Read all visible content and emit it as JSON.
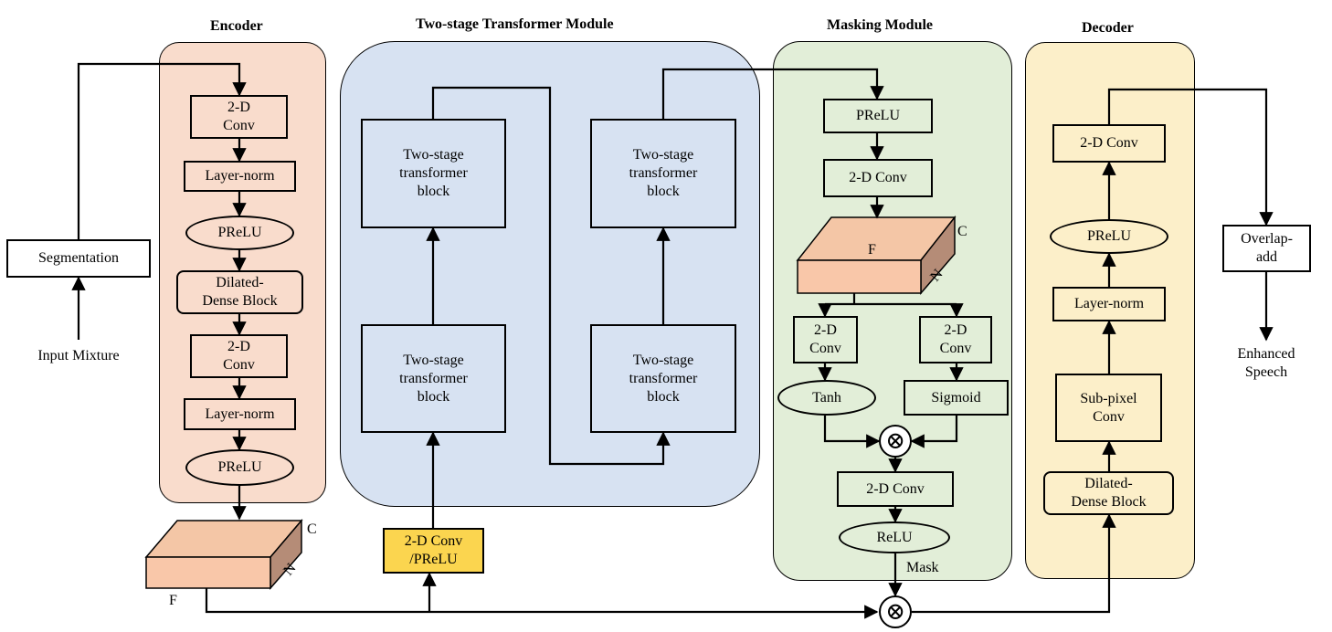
{
  "titles": {
    "encoder": "Encoder",
    "transformer": "Two-stage Transformer Module",
    "masking": "Masking Module",
    "decoder": "Decoder"
  },
  "input": {
    "segmentation": "Segmentation",
    "input_mixture": "Input Mixture"
  },
  "encoder": {
    "conv1": "2-D\nConv",
    "norm1": "Layer-norm",
    "prelu1": "PReLU",
    "dense": "Dilated-\nDense Block",
    "conv2": "2-D\nConv",
    "norm2": "Layer-norm",
    "prelu2": "PReLU"
  },
  "tensor": {
    "c": "C",
    "f": "F",
    "n": "N"
  },
  "transformer": {
    "block": "Two-stage\ntransformer\nblock",
    "pre": "2-D Conv\n/PReLU"
  },
  "masking": {
    "prelu": "PReLU",
    "conv": "2-D Conv",
    "conv_left": "2-D\nConv",
    "conv_right": "2-D\nConv",
    "tanh": "Tanh",
    "sigmoid": "Sigmoid",
    "multiply": "⊗",
    "conv_out": "2-D Conv",
    "relu": "ReLU",
    "mask": "Mask"
  },
  "decoder": {
    "dense": "Dilated-\nDense Block",
    "subpixel": "Sub-pixel\nConv",
    "norm": "Layer-norm",
    "prelu": "PReLU",
    "conv": "2-D Conv"
  },
  "output": {
    "overlap_add": "Overlap-\nadd",
    "enhanced_speech": "Enhanced\nSpeech",
    "multiply": "⊗"
  }
}
